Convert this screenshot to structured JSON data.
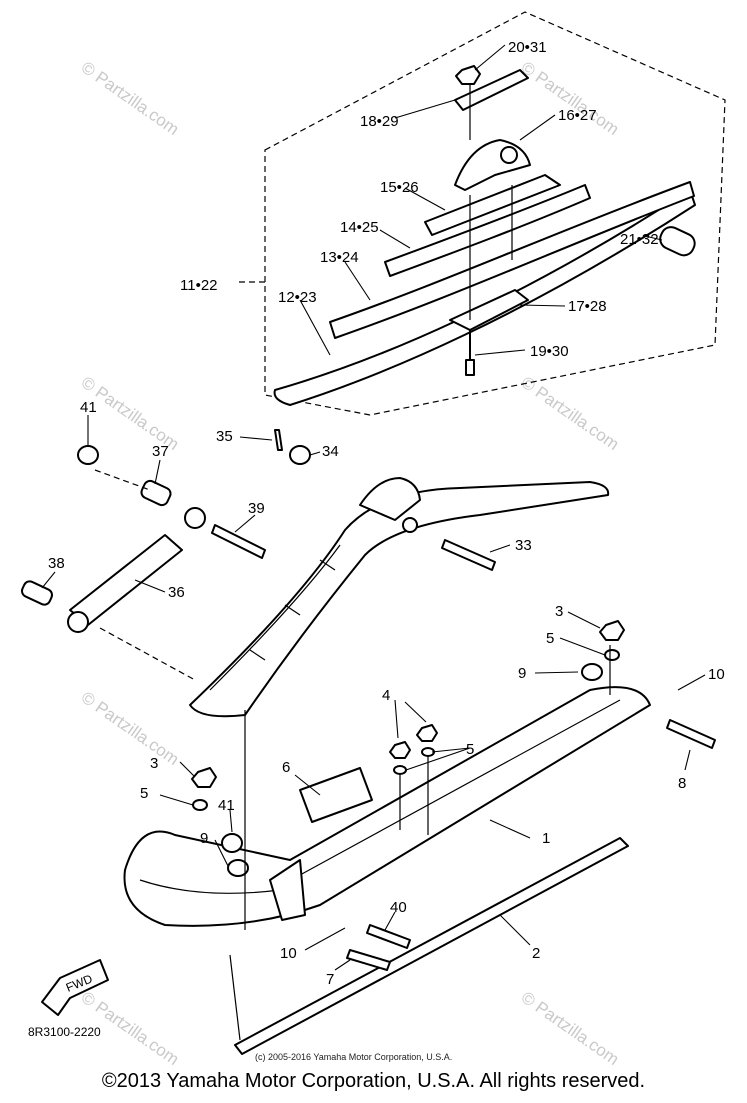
{
  "diagram": {
    "watermark_text": "© Partzilla.com",
    "diagram_code": "8R3100-2220",
    "small_copyright": "(c) 2005-2016 Yamaha Motor Corporation, U.S.A.",
    "fwd_label": "FWD",
    "callouts": {
      "c20_31": "20•31",
      "c18_29": "18•29",
      "c16_27": "16•27",
      "c15_26": "15•26",
      "c14_25": "14•25",
      "c13_24": "13•24",
      "c11_22": "11•22",
      "c12_23": "12•23",
      "c21_32": "21•32",
      "c17_28": "17•28",
      "c19_30": "19•30",
      "c41a": "41",
      "c35": "35",
      "c34": "34",
      "c37": "37",
      "c39": "39",
      "c33": "33",
      "c38": "38",
      "c36": "36",
      "c3a": "3",
      "c5a": "5",
      "c9a": "9",
      "c10a": "10",
      "c8": "8",
      "c4": "4",
      "c5b": "5",
      "c6": "6",
      "c3b": "3",
      "c5c": "5",
      "c41b": "41",
      "c9b": "9",
      "c1": "1",
      "c40": "40",
      "c10b": "10",
      "c7": "7",
      "c2": "2"
    }
  },
  "footer": {
    "copyright": "©2013 Yamaha Motor Corporation, U.S.A. All rights reserved."
  }
}
